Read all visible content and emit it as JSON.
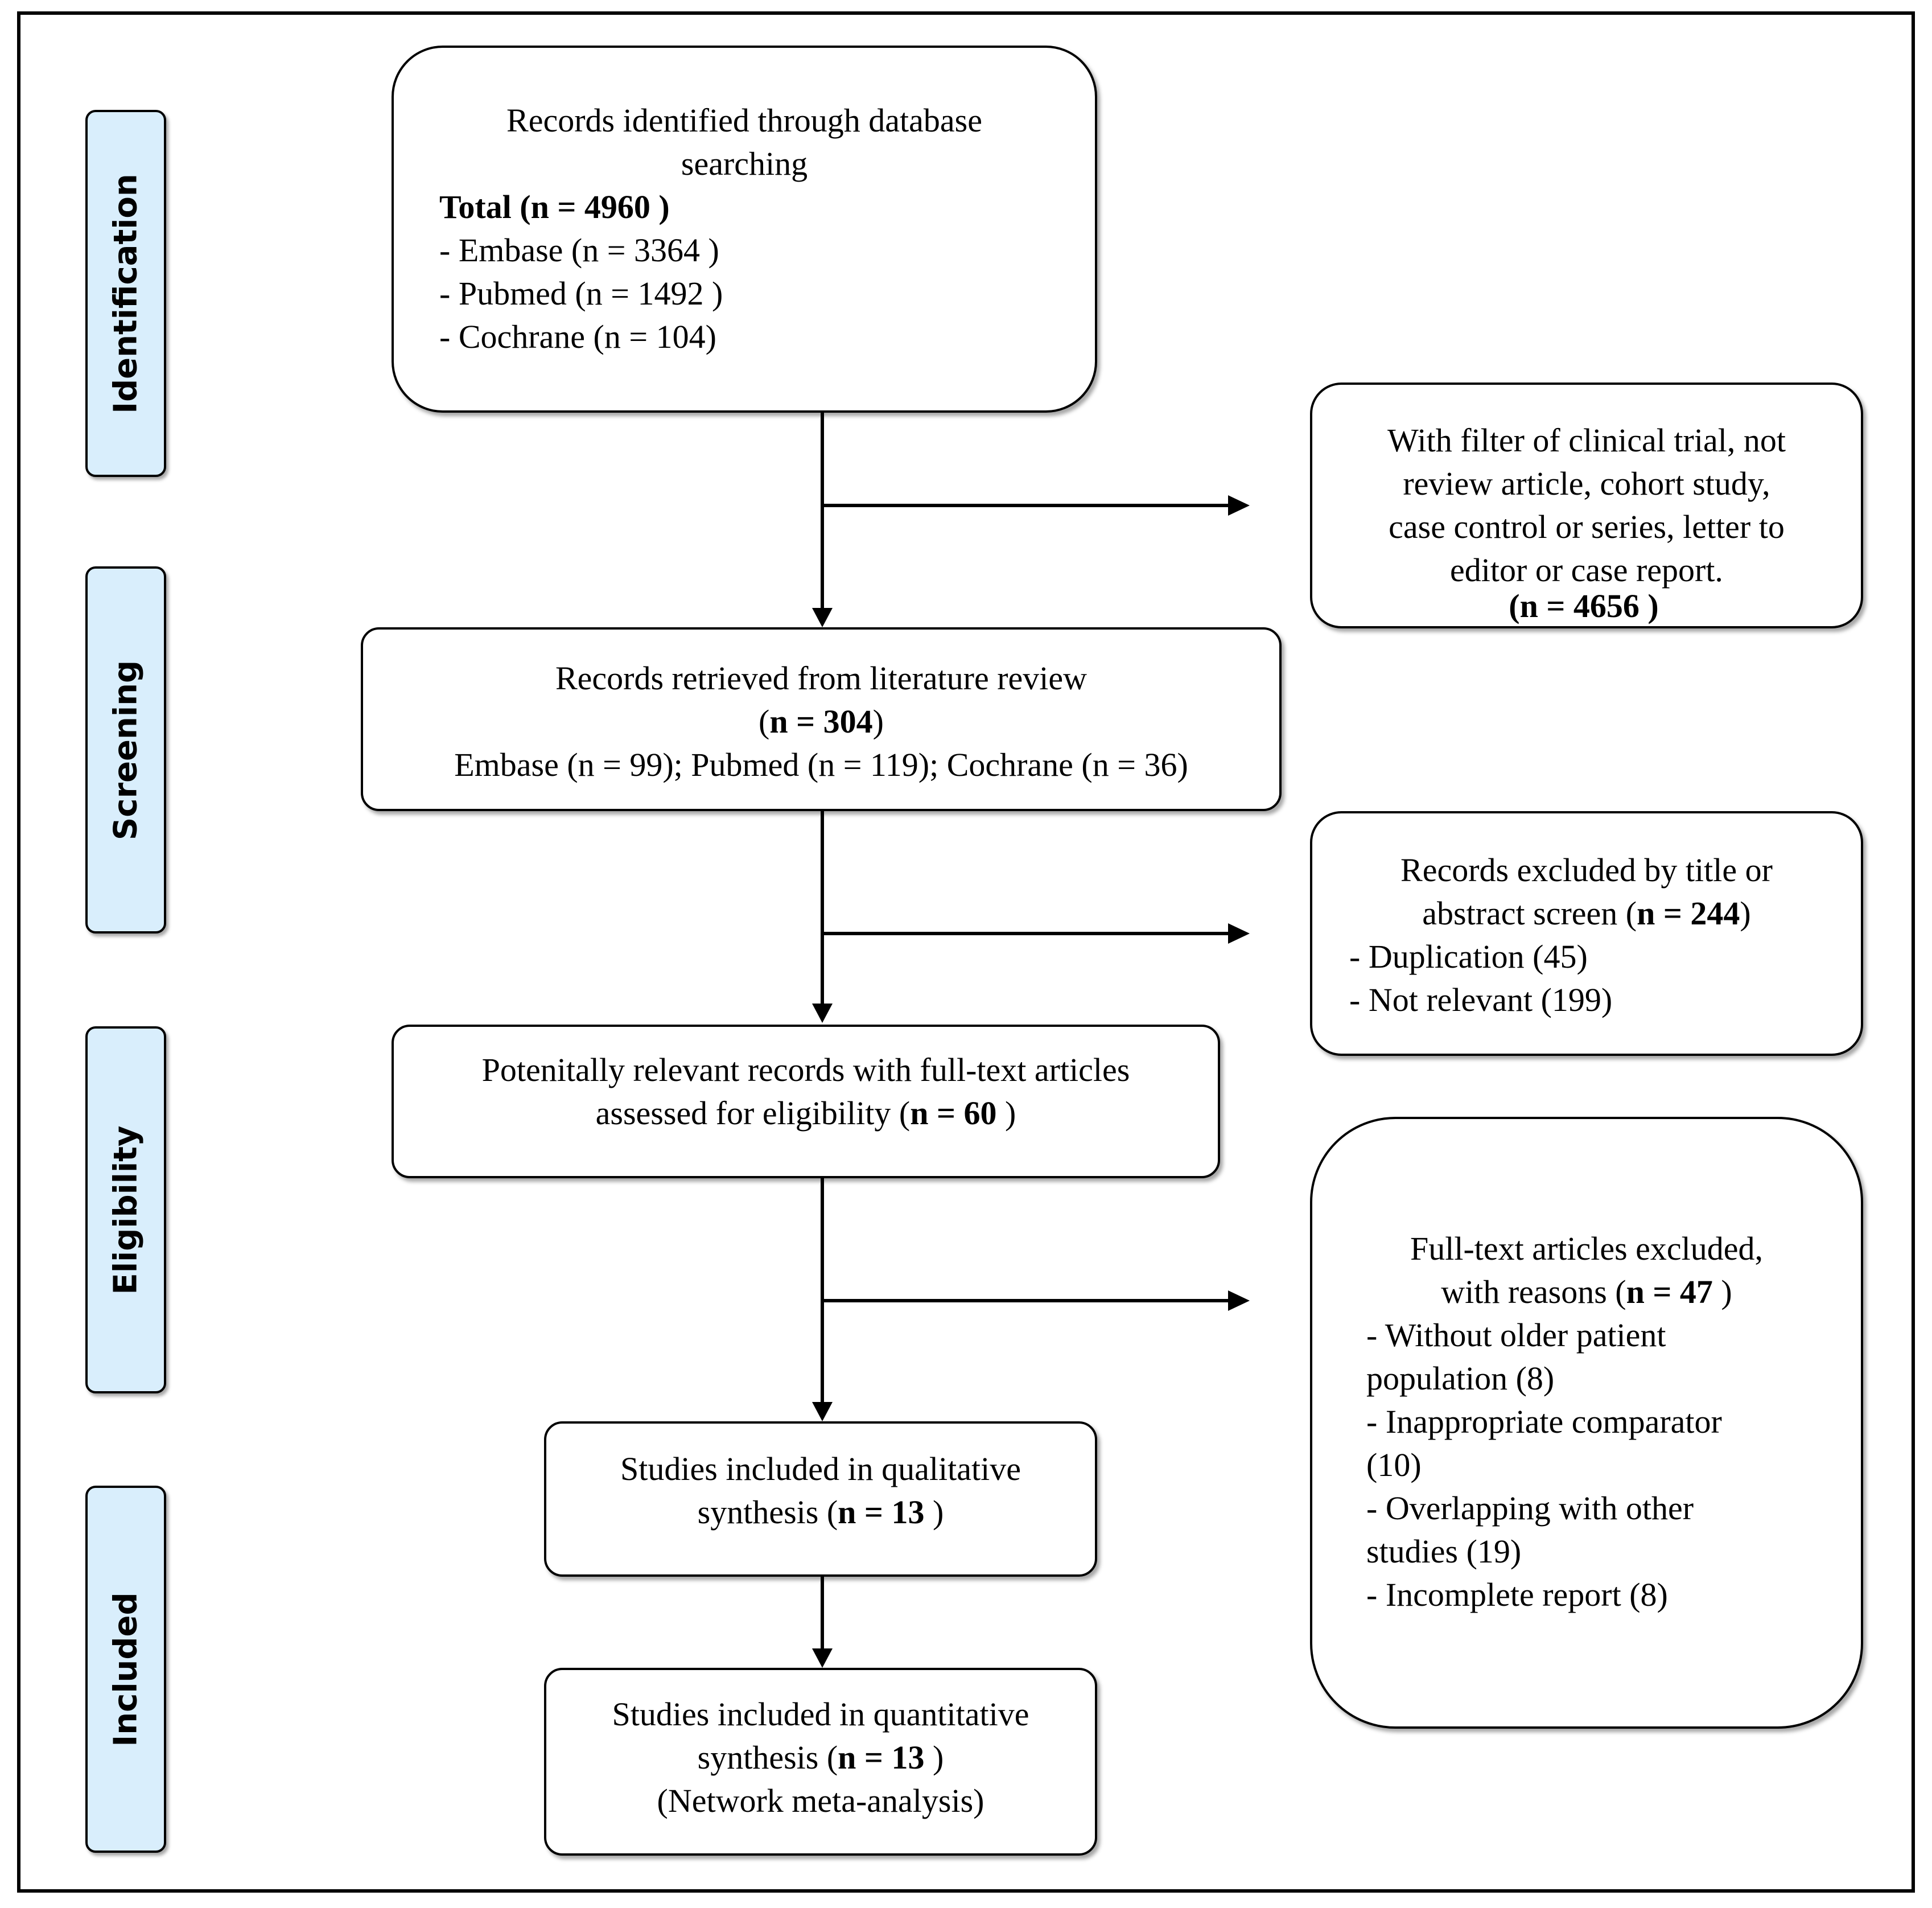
{
  "stages": {
    "identification": "Identification",
    "screening": "Screening",
    "eligibility": "Eligibility",
    "included": "Included"
  },
  "boxes": {
    "identified": {
      "title_line1": "Records identified through database",
      "title_line2": "searching",
      "total_label": "Total (n =  4960 )",
      "embase": "- Embase (n = 3364 )",
      "pubmed": "- Pubmed (n = 1492  )",
      "cochrane": "- Cochrane (n = 104)"
    },
    "filter_excluded": {
      "line1": "With filter of clinical trial, not",
      "line2": "review article, cohort study,",
      "line3": "case control or series, letter to",
      "line4": "editor or case report.",
      "count": "(n = 4656 )"
    },
    "retrieved": {
      "line1": "Records retrieved from literature review",
      "count_open": "(",
      "count_bold": "n = 304",
      "count_close": ")",
      "line3": "Embase (n = 99); Pubmed (n = 119); Cochrane (n = 36)"
    },
    "title_excluded": {
      "line1": "Records excluded by title or",
      "line2_text": "abstract screen (",
      "line2_bold": "n = 244",
      "line2_close": ")",
      "duplication": "- Duplication (45)",
      "not_relevant": "- Not relevant (199)"
    },
    "eligible": {
      "line1": "Potenitally relevant records with  full-text articles",
      "line2_text": "assessed for eligibility (",
      "line2_bold": "n = 60",
      "line2_close": " )"
    },
    "fulltext_excluded": {
      "line1": "Full-text articles excluded,",
      "line2_text": "with reasons (",
      "line2_bold": "n = 47",
      "line2_close": " )",
      "r1a": "- Without older patient",
      "r1b": "population (8)",
      "r2a": "- Inappropriate comparator",
      "r2b": "(10)",
      "r3a": "- Overlapping with other",
      "r3b": "studies (19)",
      "r4": "- Incomplete report (8)"
    },
    "qualitative": {
      "line1": "Studies included in qualitative",
      "line2_text": "synthesis (",
      "line2_bold": "n = 13",
      "line2_close": " )"
    },
    "quantitative": {
      "line1": "Studies included in quantitative",
      "line2_text": "synthesis (",
      "line2_bold": "n = 13",
      "line2_close": " )",
      "line3": "(Network meta-analysis)"
    }
  },
  "colors": {
    "stage_fill": "#d9eefc",
    "border": "#000000"
  }
}
